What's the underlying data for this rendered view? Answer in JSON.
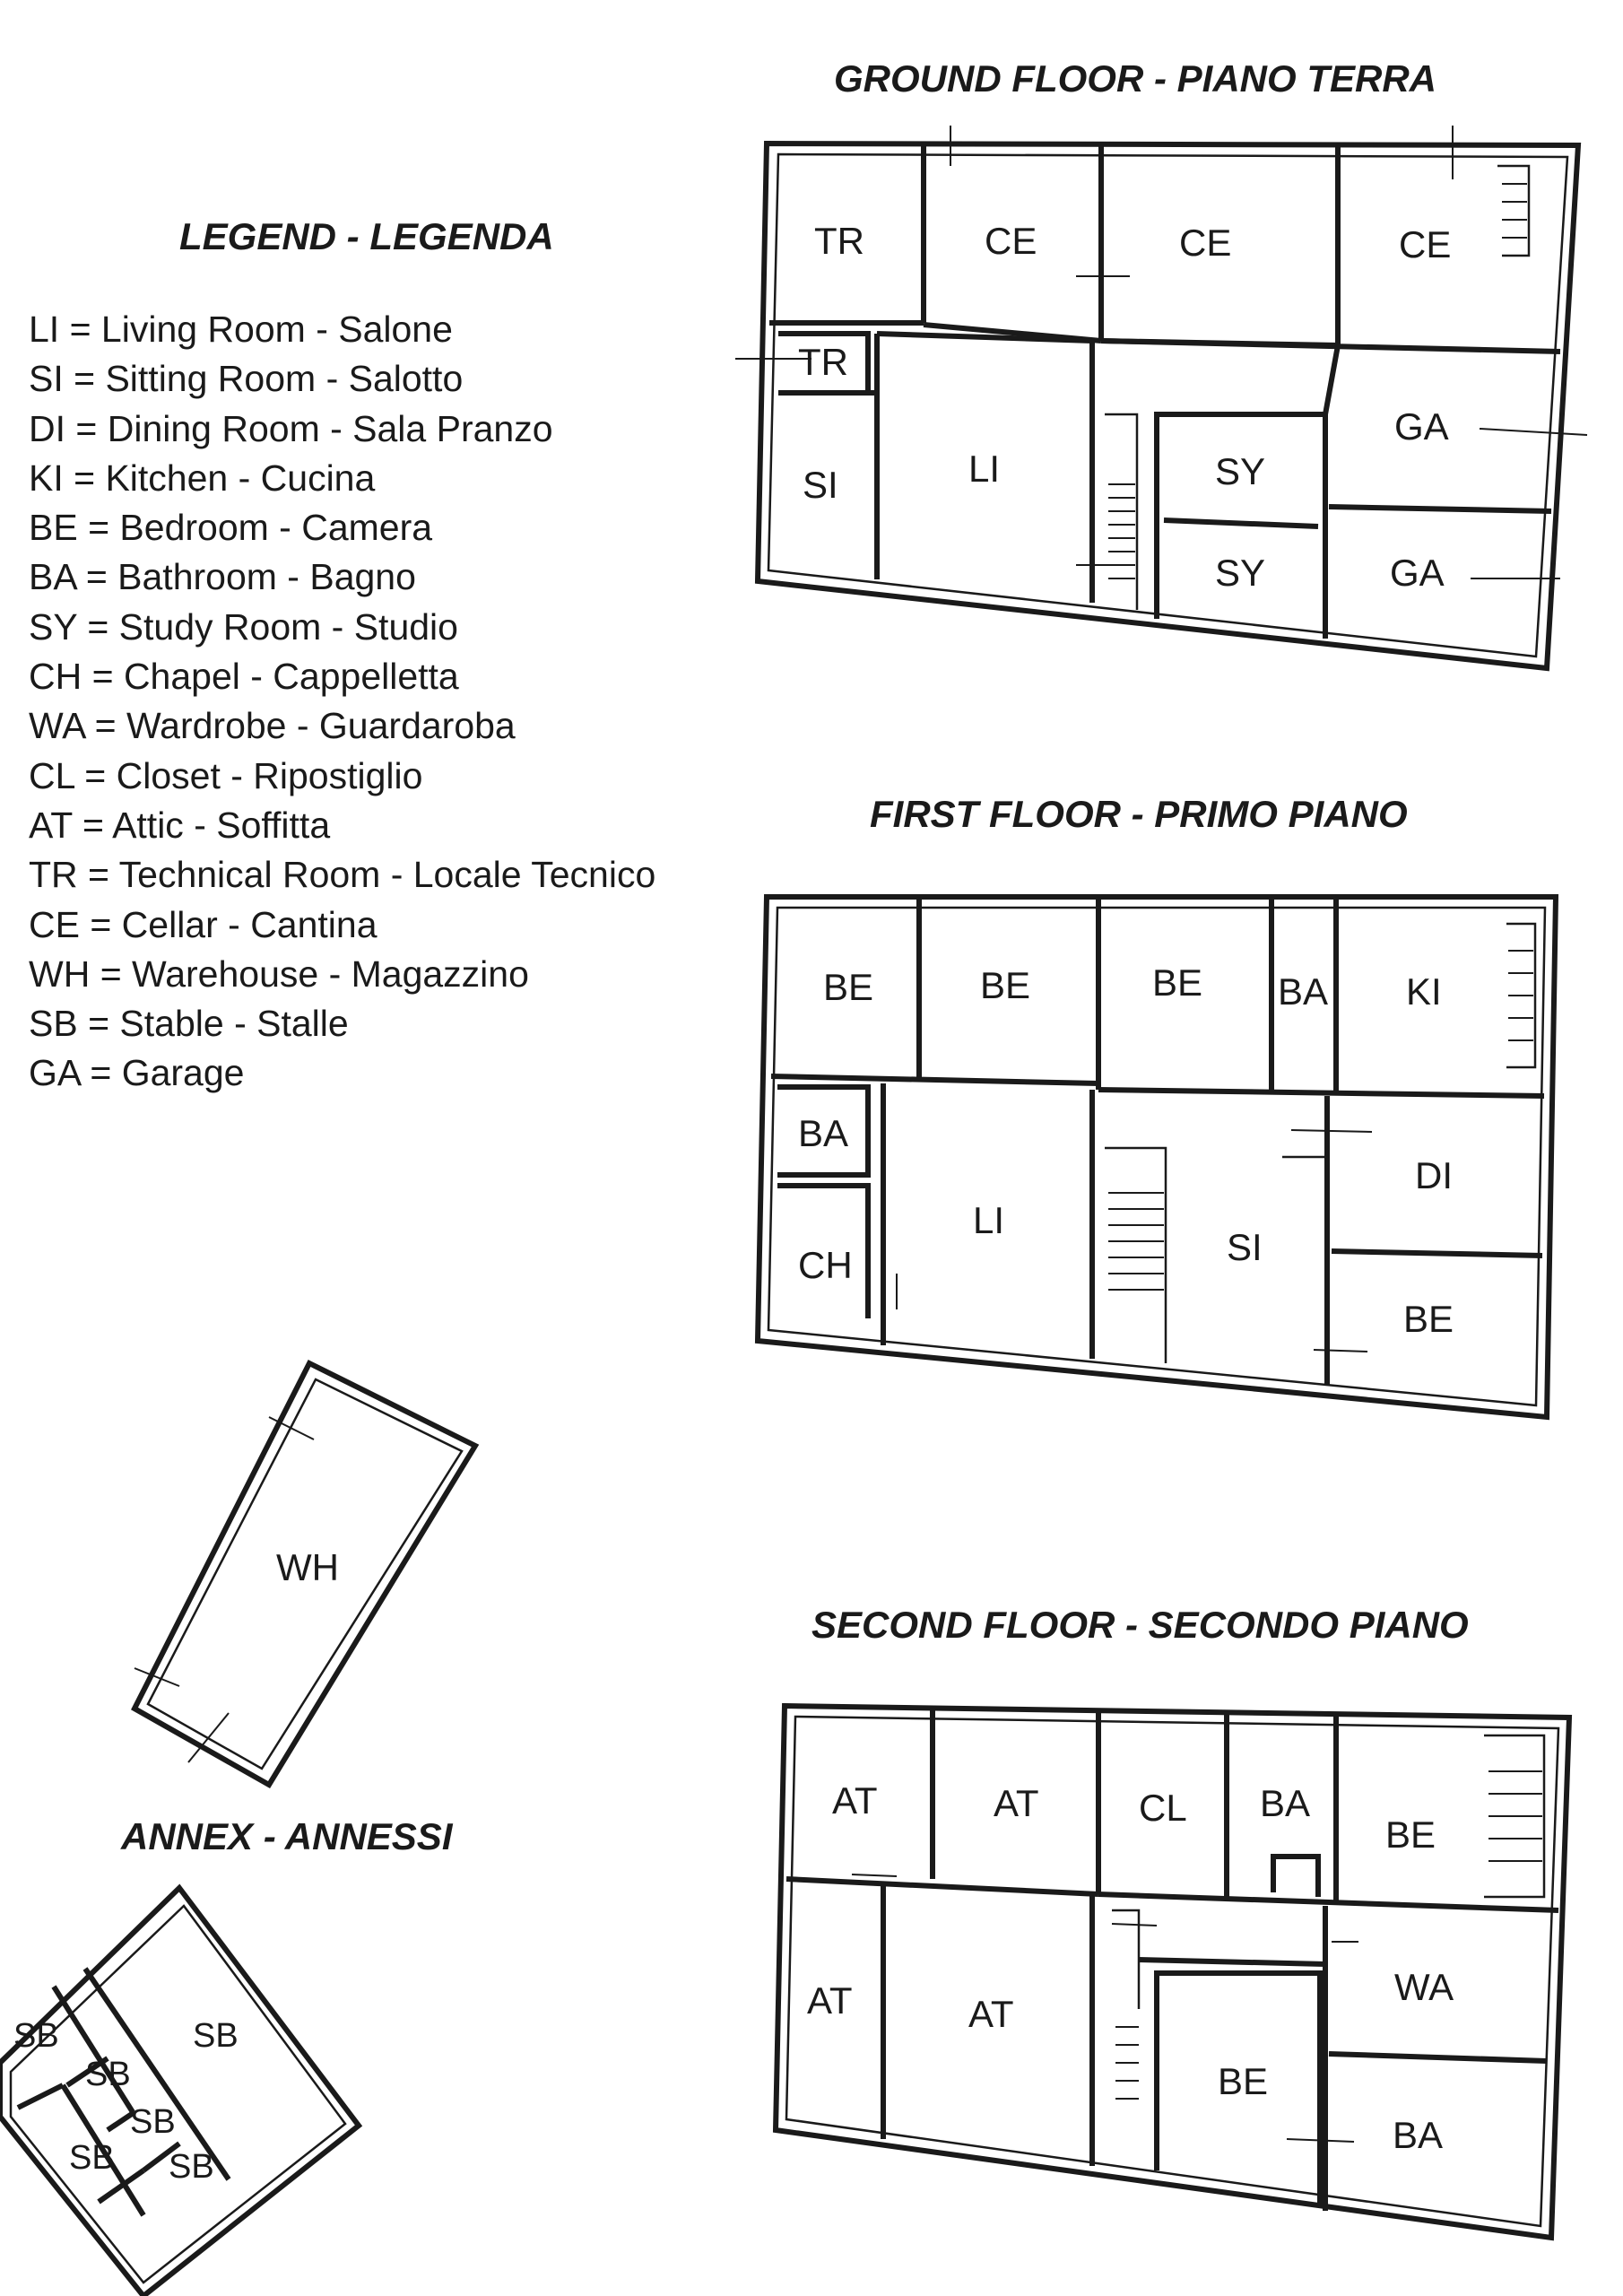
{
  "titles": {
    "ground": "GROUND FLOOR - PIANO TERRA",
    "first": "FIRST FLOOR - PRIMO PIANO",
    "second": "SECOND FLOOR - SECONDO PIANO",
    "legend": "LEGEND - LEGENDA",
    "annex": "ANNEX - ANNESSI"
  },
  "legend_items": [
    "LI = Living Room - Salone",
    "SI = Sitting Room - Salotto",
    "DI = Dining Room - Sala Pranzo",
    "KI = Kitchen - Cucina",
    "BE = Bedroom - Camera",
    "BA = Bathroom - Bagno",
    "SY = Study Room - Studio",
    "CH = Chapel - Cappelletta",
    "WA = Wardrobe - Guardaroba",
    "CL = Closet - Ripostiglio",
    "AT = Attic - Soffitta",
    "TR = Technical Room - Locale Tecnico",
    "CE = Cellar - Cantina",
    "WH = Warehouse - Magazzino",
    "SB = Stable - Stalle",
    "GA = Garage"
  ],
  "ground_rooms": {
    "tr1": "TR",
    "ce1": "CE",
    "ce2": "CE",
    "ce3": "CE",
    "tr2": "TR",
    "si": "SI",
    "li": "LI",
    "sy1": "SY",
    "sy2": "SY",
    "ga1": "GA",
    "ga2": "GA"
  },
  "first_rooms": {
    "be1": "BE",
    "be2": "BE",
    "be3": "BE",
    "ba1": "BA",
    "ki": "KI",
    "ba2": "BA",
    "ch": "CH",
    "li": "LI",
    "si": "SI",
    "di": "DI",
    "be4": "BE"
  },
  "second_rooms": {
    "at1": "AT",
    "at2": "AT",
    "cl": "CL",
    "ba1": "BA",
    "be1": "BE",
    "at3": "AT",
    "at4": "AT",
    "wa": "WA",
    "be2": "BE",
    "ba2": "BA"
  },
  "annex_rooms": {
    "wh": "WH",
    "sb1": "SB",
    "sb2": "SB",
    "sb3": "SB",
    "sb4": "SB",
    "sb5": "SB",
    "sb6": "SB"
  }
}
